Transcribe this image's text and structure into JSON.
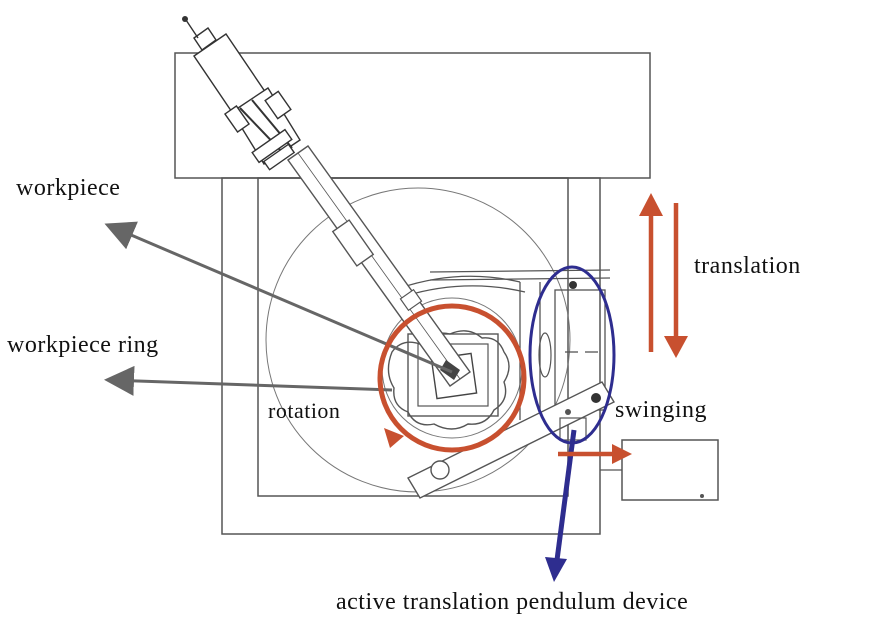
{
  "labels": {
    "workpiece": "workpiece",
    "workpiece_ring": "workpiece ring",
    "rotation": "rotation",
    "translation": "translation",
    "swinging": "swinging",
    "device": "active translation pendulum device"
  },
  "colors": {
    "line": "#555555",
    "pointer": "#666666",
    "accent_red": "#c8502f",
    "accent_blue": "#2e2d8f",
    "text": "#111111"
  }
}
